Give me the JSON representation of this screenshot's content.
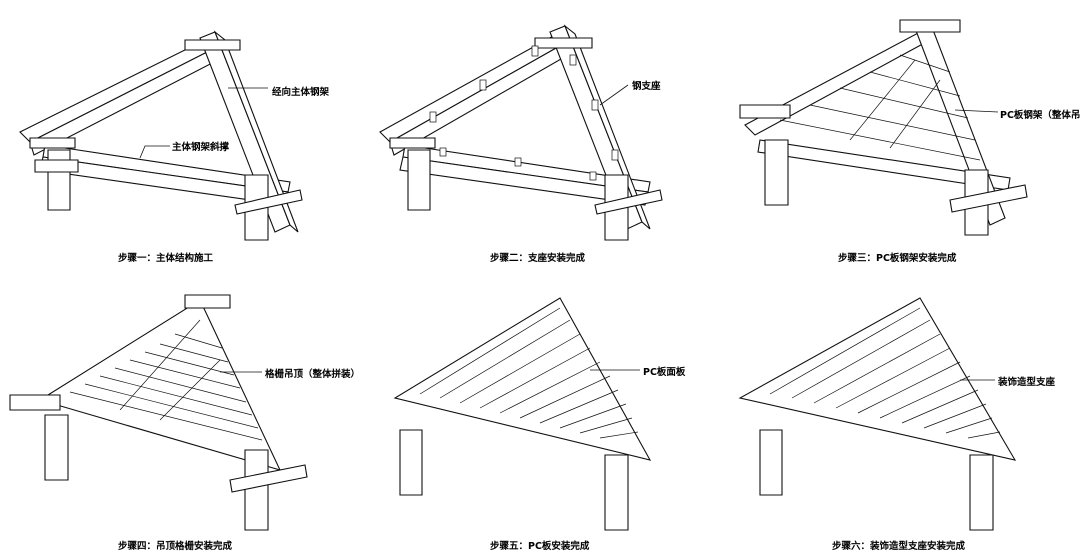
{
  "panels": [
    {
      "caption": "步骤一：主体结构施工",
      "callouts": [
        "经向主体钢架",
        "主体钢架斜撑"
      ]
    },
    {
      "caption": "步骤二：支座安装完成",
      "callouts": [
        "钢支座"
      ]
    },
    {
      "caption": "步骤三：PC板钢架安装完成",
      "callouts": [
        "PC板钢架（整体吊装）"
      ]
    },
    {
      "caption": "步骤四：吊顶格栅安装完成",
      "callouts": [
        "格栅吊顶（整体拼装）"
      ]
    },
    {
      "caption": "步骤五：PC板安装完成",
      "callouts": [
        "PC板面板"
      ]
    },
    {
      "caption": "步骤六：装饰造型支座安装完成",
      "callouts": [
        "装饰造型支座"
      ]
    }
  ]
}
